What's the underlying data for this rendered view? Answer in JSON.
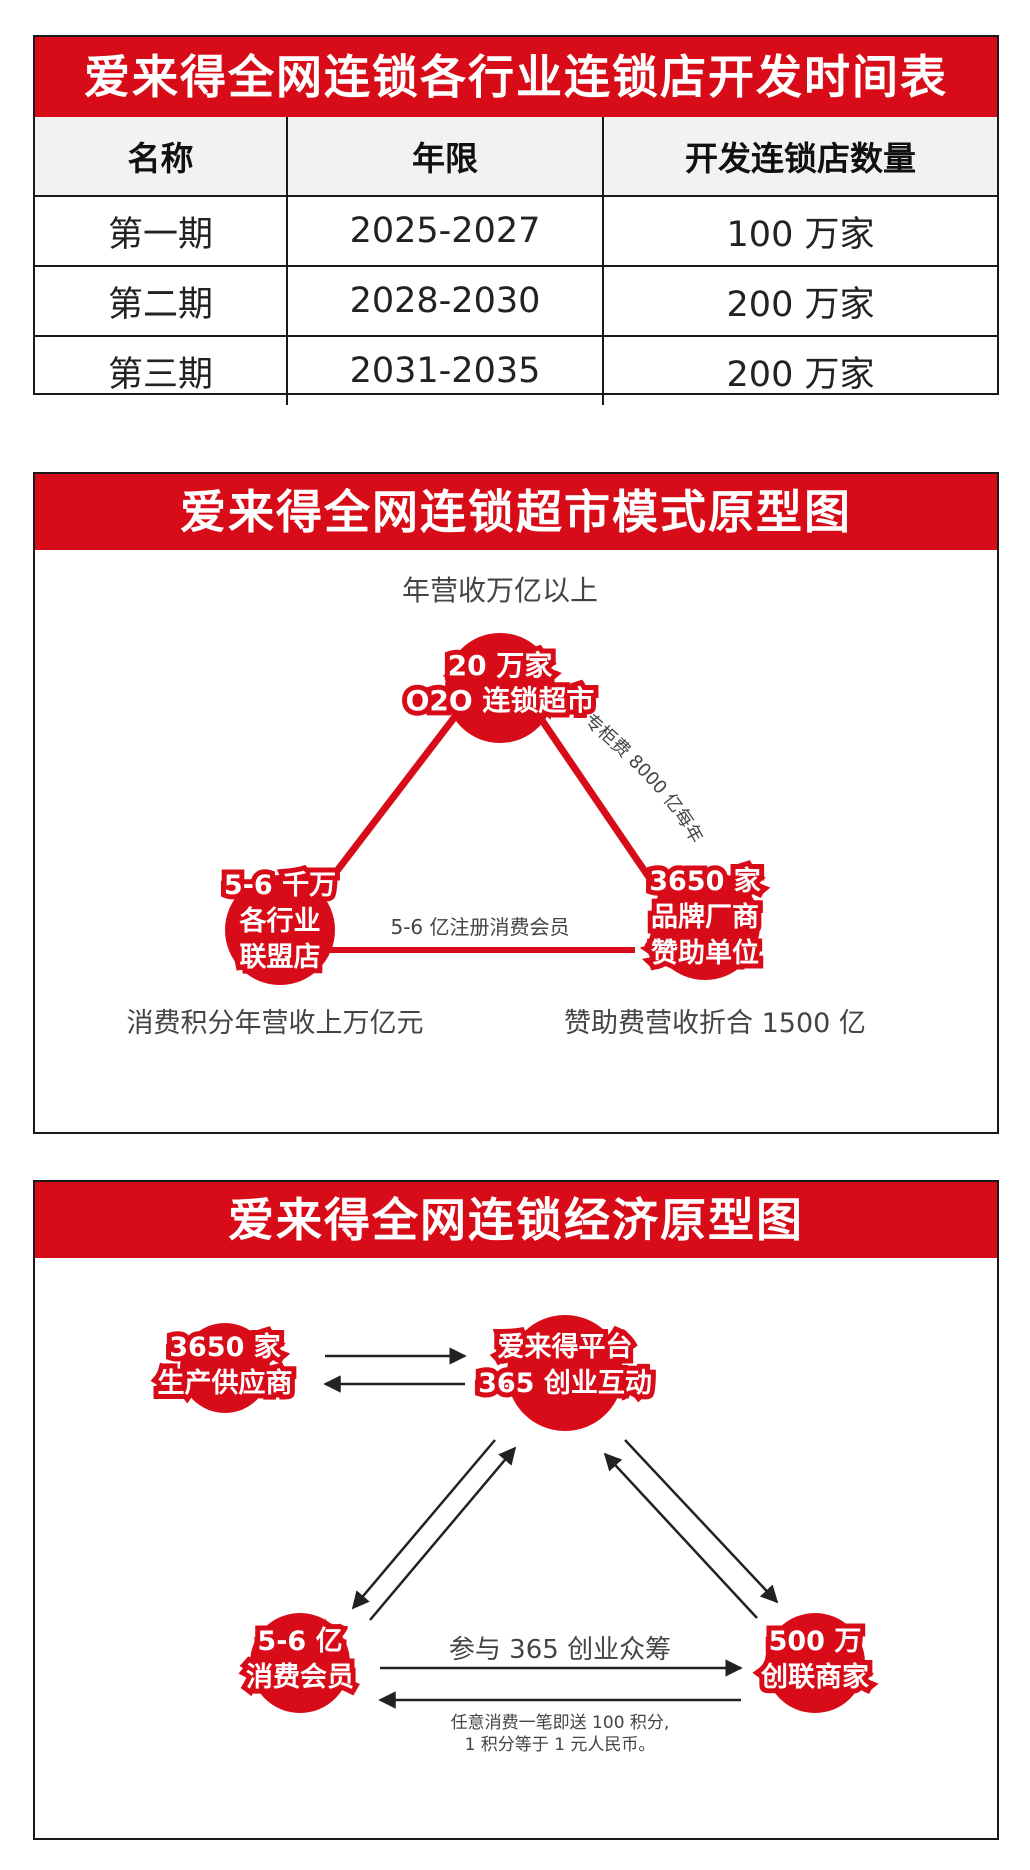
{
  "table": {
    "title": "爱来得全网连锁各行业连锁店开发时间表",
    "headers": [
      "名称",
      "年限",
      "开发连锁店数量"
    ],
    "rows": [
      [
        "第一期",
        "2025-2027",
        "100 万家"
      ],
      [
        "第二期",
        "2028-2030",
        "200 万家"
      ],
      [
        "第三期",
        "2031-2035",
        "200 万家"
      ]
    ]
  },
  "supermarket": {
    "title": "爱来得全网连锁超市模式原型图",
    "top_caption": "年营收万亿以上",
    "top_node": [
      "20 万家",
      "O2O 连锁超市"
    ],
    "left_node": [
      "5-6 千万",
      "各行业",
      "联盟店"
    ],
    "right_node": [
      "3650 家",
      "品牌厂商",
      "赞助单位"
    ],
    "right_edge_label": "专柜费 8000 亿每年",
    "bottom_edge_label": "5-6 亿注册消费会员",
    "left_caption": "消费积分年营收上万亿元",
    "right_caption": "赞助费营收折合 1500 亿"
  },
  "economy": {
    "title": "爱来得全网连锁经济原型图",
    "node_suppliers": [
      "3650 家",
      "生产供应商"
    ],
    "node_platform": [
      "爱来得平台",
      "365 创业互动"
    ],
    "node_members": [
      "5-6 亿",
      "消费会员"
    ],
    "node_merchants": [
      "500 万",
      "创联商家"
    ],
    "bottom_label": "参与 365 创业众筹",
    "note_lines": [
      "任意消费一笔即送 100 积分,",
      "1 积分等于 1 元人民币。"
    ]
  },
  "colors": {
    "accent": "#d80c18",
    "border": "#1a1a1a"
  }
}
